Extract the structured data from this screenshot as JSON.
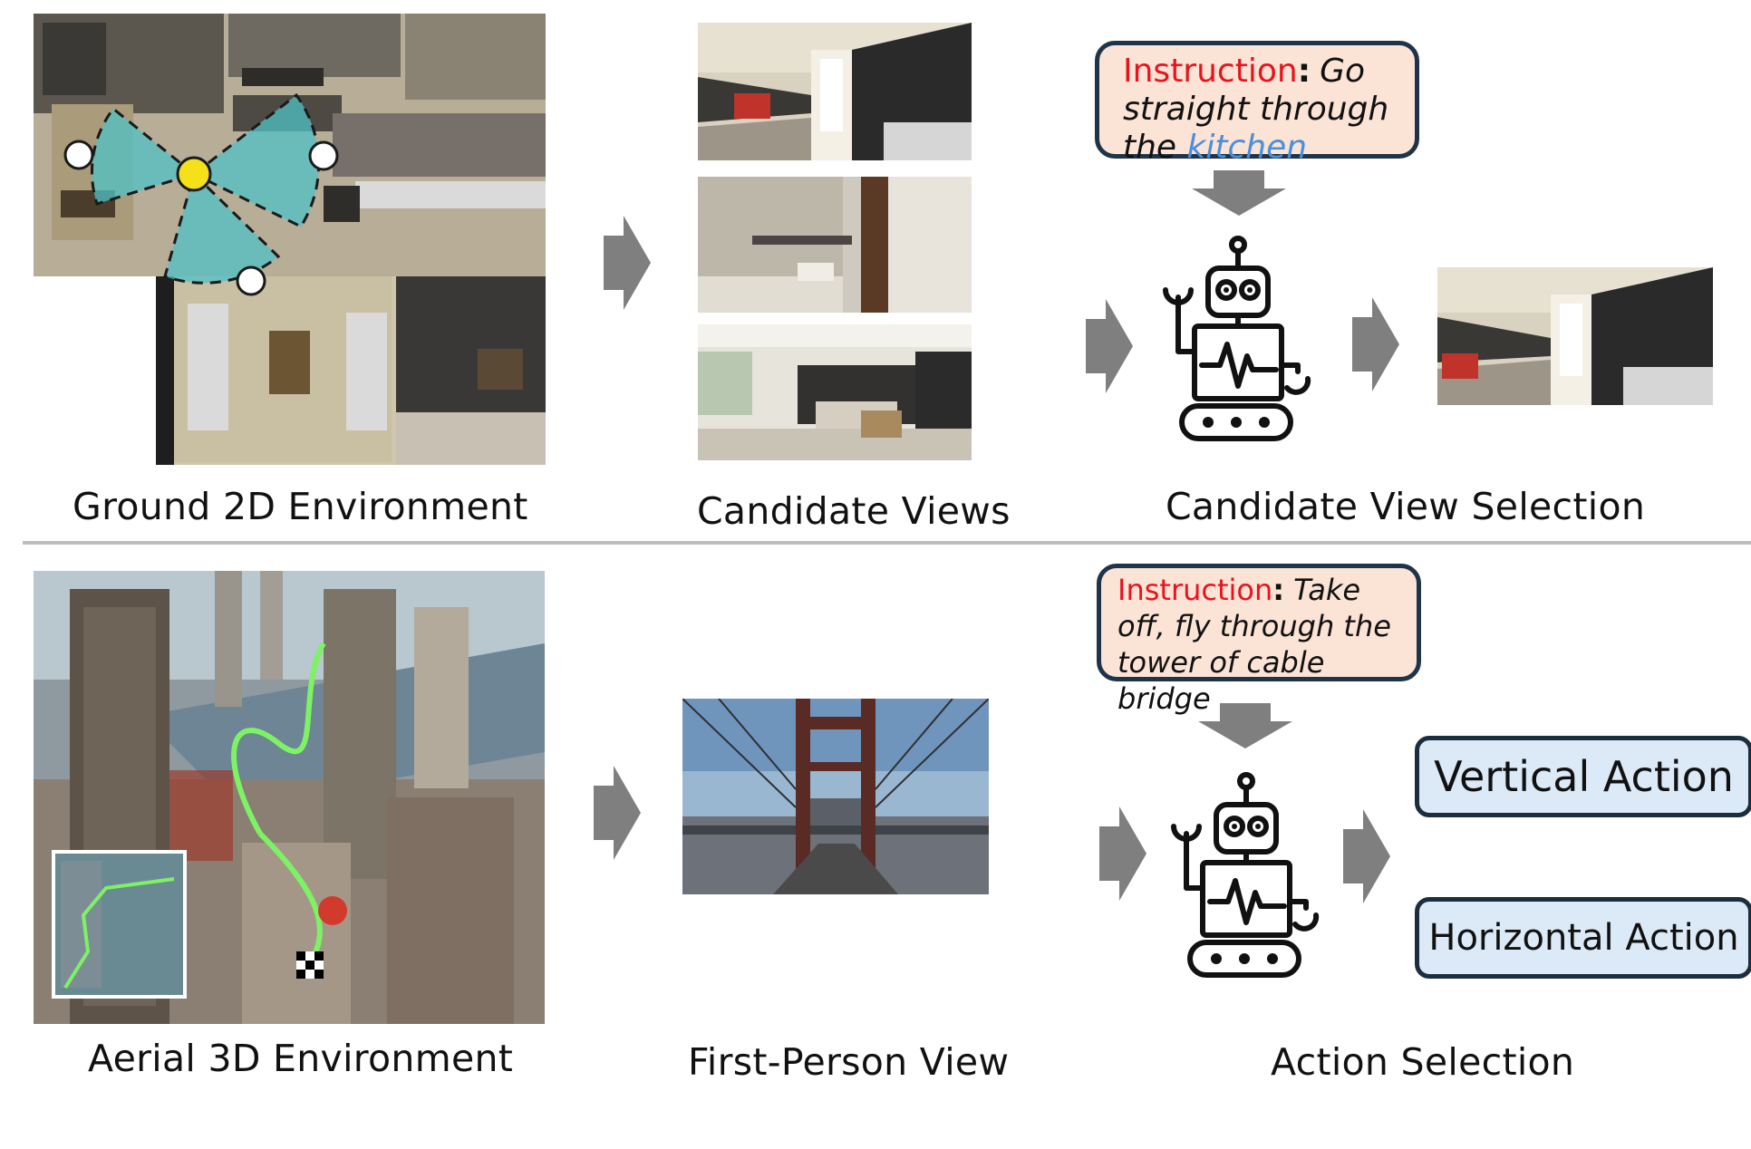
{
  "top_row": {
    "panel1_caption": "Ground 2D Environment",
    "panel2_caption": "Candidate Views",
    "panel3_caption": "Candidate View Selection",
    "instruction": {
      "label": "Instruction",
      "colon": ":",
      "text": "Go straight through the",
      "keyword": "kitchen"
    }
  },
  "bottom_row": {
    "panel1_caption": "Aerial 3D Environment",
    "panel2_caption": "First-Person View",
    "panel3_caption": "Action Selection",
    "instruction": {
      "label": "Instruction",
      "colon": ":",
      "text": "Take off, fly through the tower of cable bridge"
    },
    "actions": [
      "Vertical Action",
      "Horizontal Action"
    ]
  },
  "colors": {
    "arrow": "#7f7f7f",
    "instruction_bg": "#fbe3d6",
    "instruction_label": "#e8131b",
    "keyword": "#4a8fdc",
    "action_bg": "#dce9f6",
    "view_cone": "#4fc1c6",
    "agent_marker": "#f5e11a"
  },
  "icons": [
    "robot-icon",
    "arrow-right-icon",
    "arrow-down-icon",
    "finish-flag-icon"
  ]
}
